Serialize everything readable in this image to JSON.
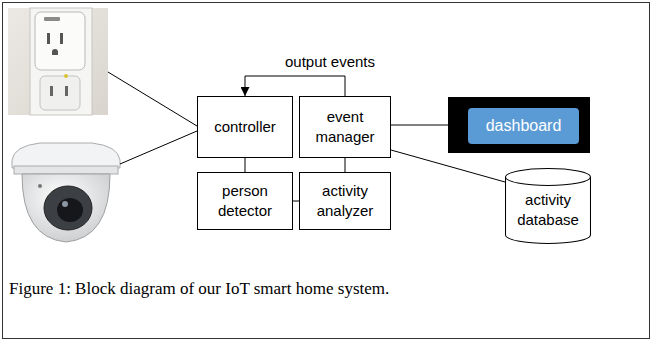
{
  "diagram": {
    "caption": "Figure 1: Block diagram of our IoT smart home system.",
    "nodes": [
      {
        "text": [
          "controller"
        ]
      },
      {
        "text": [
          "event manager"
        ]
      },
      {
        "text": [
          "dashboard"
        ]
      },
      {
        "text": [
          "person detector"
        ]
      },
      {
        "text": [
          "activity analyzer"
        ]
      },
      {
        "text": [
          "activity database"
        ]
      }
    ],
    "edges": [
      {
        "from": 1,
        "to": 0,
        "arrow": "to",
        "label": "output events"
      },
      {
        "from": 0,
        "to": 3,
        "arrow": "none"
      },
      {
        "from": 3,
        "to": 4,
        "arrow": "none"
      },
      {
        "from": 4,
        "to": 1,
        "arrow": "none"
      },
      {
        "from": 1,
        "to": 2,
        "arrow": "none"
      },
      {
        "from": 1,
        "to": 5,
        "arrow": "none"
      }
    ]
  }
}
